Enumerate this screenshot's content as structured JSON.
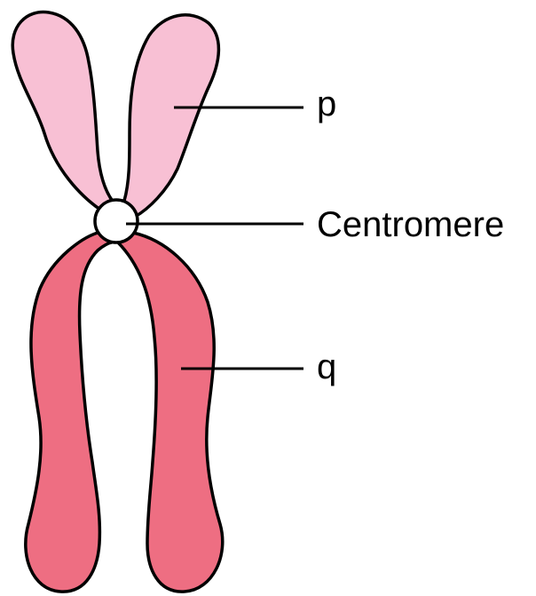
{
  "labels": {
    "p_arm": "p",
    "centromere": "Centromere",
    "q_arm": "q"
  },
  "colors": {
    "p_arm_fill": "#f8c0d4",
    "q_arm_fill": "#ee6e82",
    "centromere_fill": "#ffffff",
    "outline": "#000000",
    "background": "#ffffff"
  }
}
